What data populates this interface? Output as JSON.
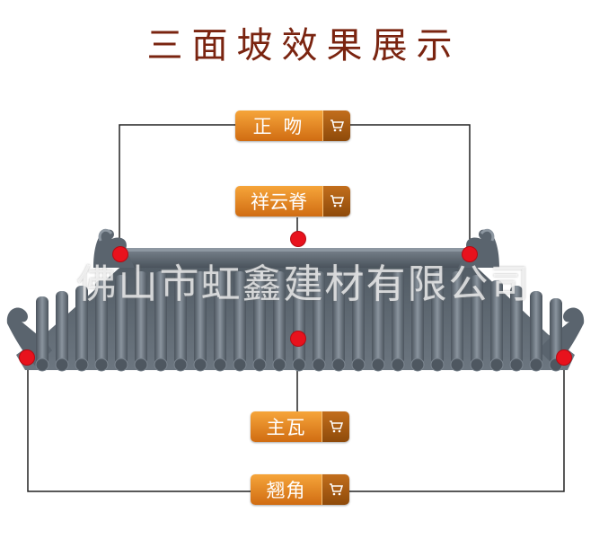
{
  "title": "三面坡效果展示",
  "watermark": "佛山市虹鑫建材有限公司",
  "labels": {
    "zhengwen": "正 吻",
    "xiangyunji": "祥云脊",
    "zhuwa": "主瓦",
    "qiaojiao": "翘角"
  },
  "icons": {
    "cart": "shopping-cart-icon",
    "marker": "red-dot-marker"
  },
  "colors": {
    "title": "#7a2410",
    "button": "#e98a26",
    "button_dark": "#8e4a0a",
    "marker": "#e8121d",
    "line": "#222222",
    "roof": "#5f6973"
  }
}
